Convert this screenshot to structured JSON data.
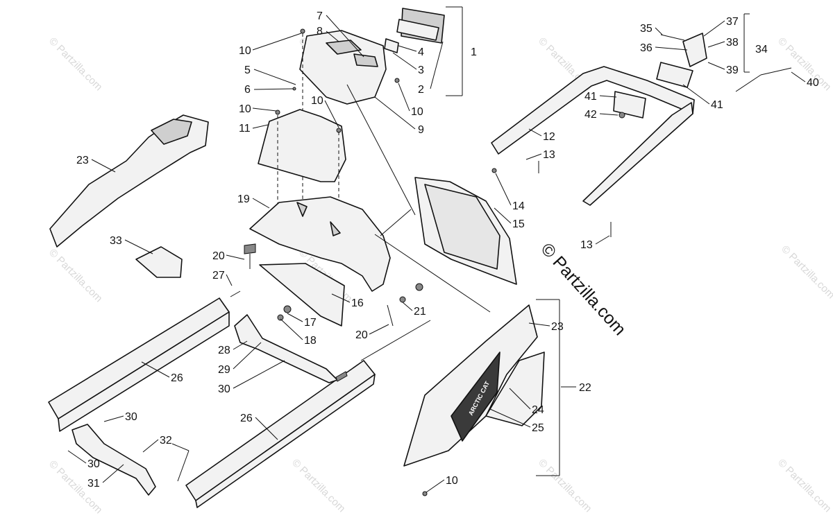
{
  "diagram": {
    "callouts": [
      "1",
      "2",
      "3",
      "4",
      "5",
      "6",
      "7",
      "8",
      "9",
      "10",
      "11",
      "12",
      "13",
      "14",
      "15",
      "16",
      "17",
      "18",
      "19",
      "20",
      "21",
      "22",
      "23",
      "24",
      "25",
      "26",
      "27",
      "28",
      "29",
      "30",
      "31",
      "32",
      "33",
      "34",
      "35",
      "36",
      "37",
      "38",
      "39",
      "40",
      "41",
      "42"
    ],
    "decal_text": "ARCTIC CAT"
  },
  "watermark": {
    "main": "© Partzilla.com",
    "tile": "© Partzilla.com"
  }
}
